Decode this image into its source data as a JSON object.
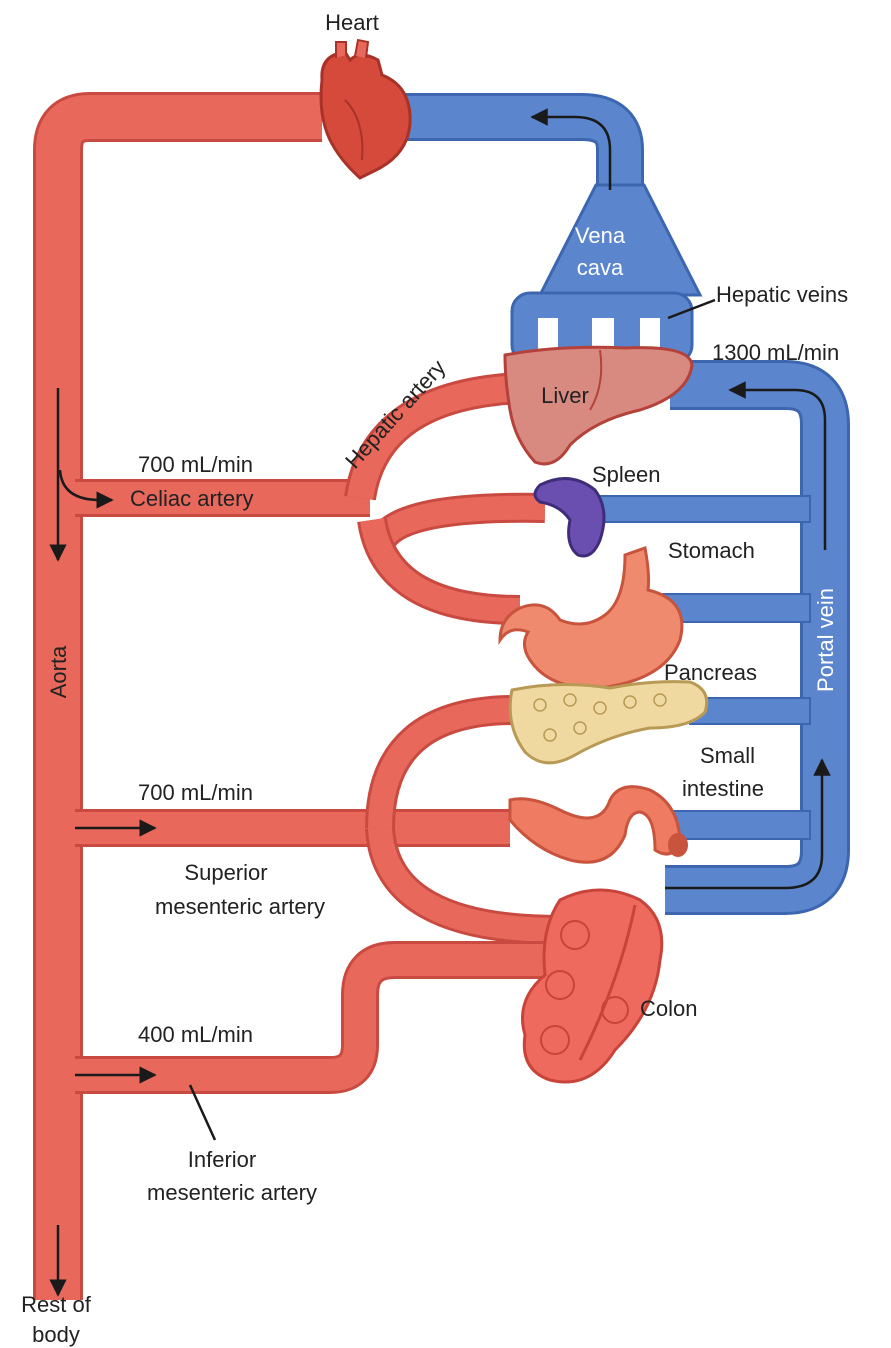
{
  "colors": {
    "artery": "#e8685c",
    "artery_dark": "#c94a40",
    "vein": "#5b85cc",
    "vein_dark": "#3d66b0",
    "arrow": "#1a1a1a"
  },
  "labels": {
    "heart": "Heart",
    "vena_cava_1": "Vena",
    "vena_cava_2": "cava",
    "hepatic_veins": "Hepatic veins",
    "flow_liver": "1300 mL/min",
    "hepatic_artery": "Hepatic artery",
    "liver": "Liver",
    "flow_celiac": "700 mL/min",
    "celiac_artery": "Celiac artery",
    "spleen": "Spleen",
    "stomach": "Stomach",
    "aorta": "Aorta",
    "portal_vein": "Portal vein",
    "pancreas": "Pancreas",
    "small_intestine_1": "Small",
    "small_intestine_2": "intestine",
    "flow_superior": "700 mL/min",
    "superior_mes_1": "Superior",
    "superior_mes_2": "mesenteric artery",
    "colon": "Colon",
    "flow_inferior": "400 mL/min",
    "inferior_mes_1": "Inferior",
    "inferior_mes_2": "mesenteric artery",
    "rest_1": "Rest of",
    "rest_2": "body"
  },
  "icons": [
    "heart-icon",
    "liver-icon",
    "spleen-icon",
    "stomach-icon",
    "pancreas-icon",
    "small-intestine-icon",
    "colon-icon"
  ]
}
